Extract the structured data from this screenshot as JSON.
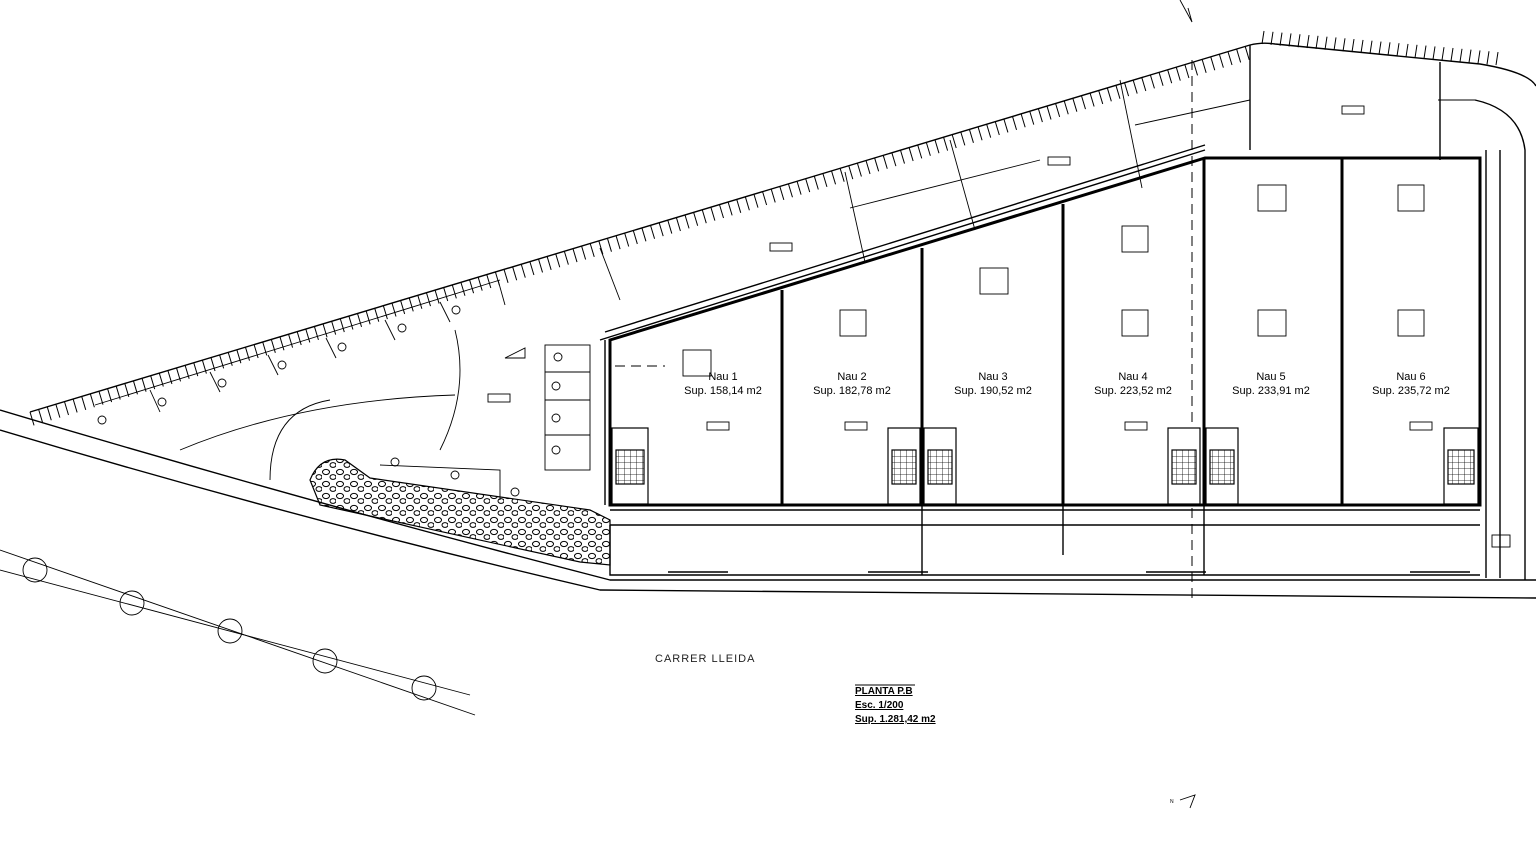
{
  "street_label": "CARRER   LLEIDA",
  "plan_title": {
    "name": "PLANTA P.B",
    "scale": "Esc. 1/200",
    "surface": "Sup. 1.281,42 m2"
  },
  "units": [
    {
      "name": "Nau 1",
      "area": "Sup. 158,14 m2"
    },
    {
      "name": "Nau 2",
      "area": "Sup. 182,78 m2"
    },
    {
      "name": "Nau 3",
      "area": "Sup. 190,52 m2"
    },
    {
      "name": "Nau 4",
      "area": "Sup. 223,52 m2"
    },
    {
      "name": "Nau 5",
      "area": "Sup. 233,91 m2"
    },
    {
      "name": "Nau 6",
      "area": "Sup. 235,72 m2"
    }
  ],
  "north_mark": "N"
}
